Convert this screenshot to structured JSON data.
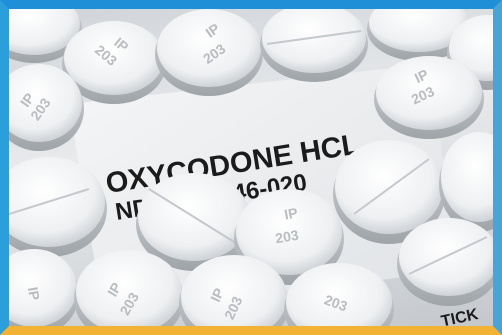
{
  "photo": {
    "label_line1": "OXYCODONE HCL",
    "label_line2": "NDC # 53746-020",
    "label_line3": "TICK",
    "pill_imprint_top": "IP",
    "pill_imprint_bottom": "203"
  },
  "colors": {
    "frame_blue": "#1f8fd8",
    "frame_gold": "#f2b233",
    "pill_white": "#f3f4f5",
    "label_ink": "#1b1b1b"
  }
}
